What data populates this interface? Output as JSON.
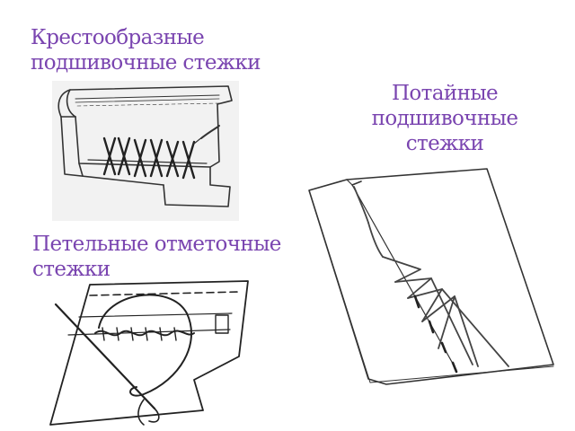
{
  "labels": {
    "cross_line1": "Крестообразные",
    "cross_line2": "подшивочные стежки",
    "blind_line1": "Потайные",
    "blind_line2": "подшивочные",
    "blind_line3": "стежки",
    "button_line1": "Петельные отметочные",
    "button_line2": "стежки"
  },
  "colors": {
    "label_text": "#7a45b0",
    "line_art": "#222222"
  }
}
